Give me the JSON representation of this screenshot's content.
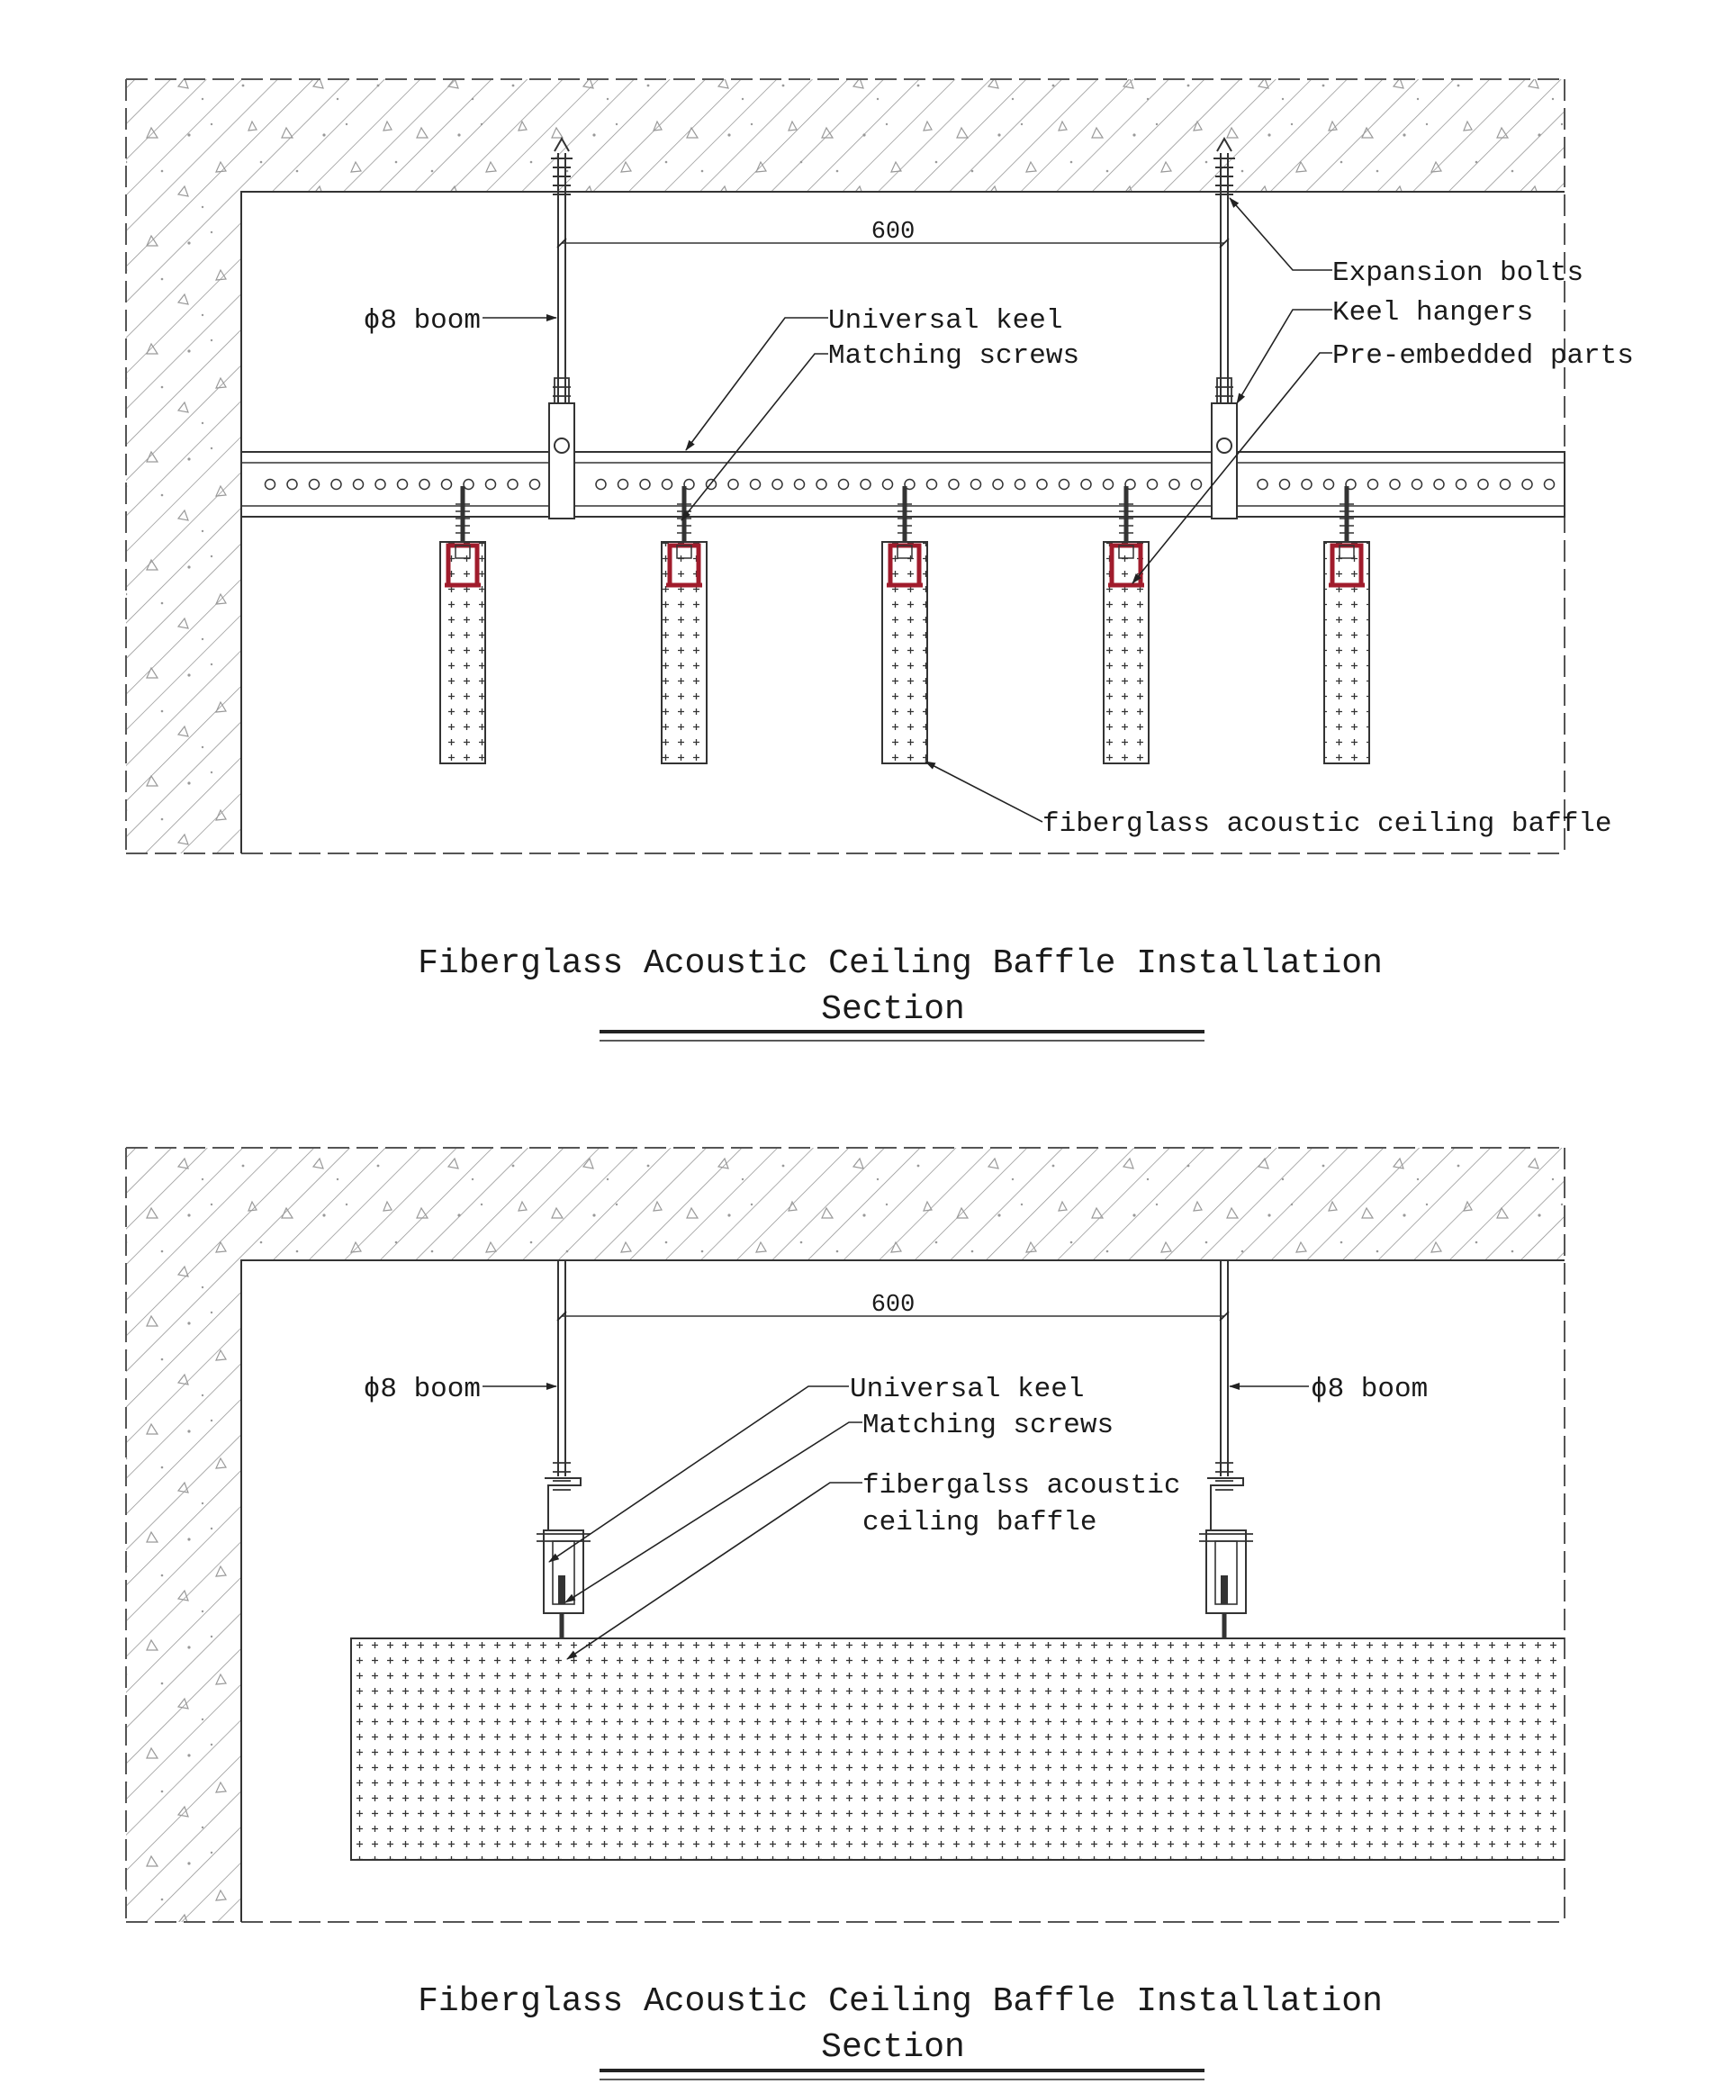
{
  "section_top": {
    "dimension": "600",
    "labels": {
      "boom": "ϕ8 boom",
      "universal_keel": "Universal keel",
      "matching_screws": "Matching screws",
      "expansion_bolts": "Expansion bolts",
      "keel_hangers": "Keel hangers",
      "pre_embedded_parts": "Pre-embedded parts",
      "baffle": "fiberglass acoustic ceiling baffle"
    },
    "title_line1": "Fiberglass Acoustic Ceiling Baffle Installation",
    "title_line2": "Section"
  },
  "section_bottom": {
    "dimension": "600",
    "labels": {
      "boom_left": "ϕ8 boom",
      "boom_right": "ϕ8 boom",
      "universal_keel": "Universal keel",
      "matching_screws": "Matching screws",
      "baffle_line1": "fibergalss acoustic",
      "baffle_line2": "ceiling baffle"
    },
    "title_line1": "Fiberglass Acoustic Ceiling Baffle Installation",
    "title_line2": "Section"
  },
  "colors": {
    "line": "#2a2a2a",
    "hatch": "#8a8a8a",
    "bracket": "#a01c2c"
  }
}
